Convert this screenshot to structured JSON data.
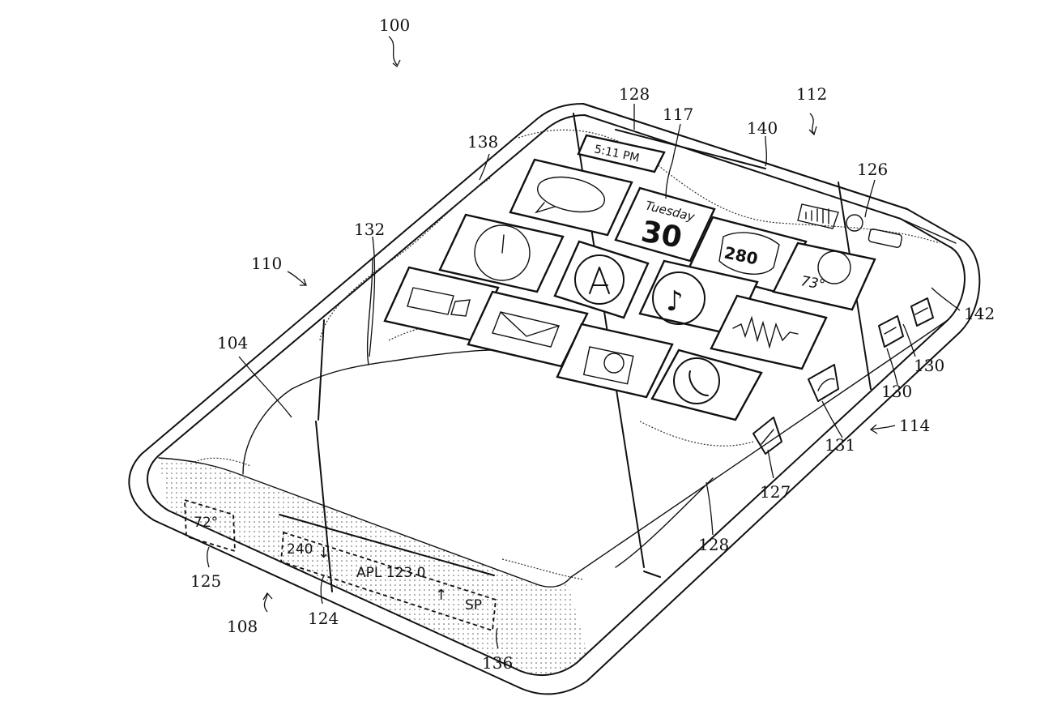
{
  "figure": {
    "reference_numerals": {
      "device": "100",
      "side_110": "110",
      "side_112": "112",
      "side_114": "114",
      "side_108": "108",
      "display_104": "104",
      "region_132": "132",
      "region_138": "138",
      "clock_128_top": "128",
      "date_117": "117",
      "edge_140": "140",
      "status_126": "126",
      "edge_142": "142",
      "button_130_upper": "130",
      "button_130_lower": "130",
      "icon_131": "131",
      "icon_127": "127",
      "edge_128_bottom": "128",
      "widget_125": "125",
      "ticker_124": "124",
      "region_136": "136"
    },
    "screen": {
      "time": "5:11 PM",
      "date_day": "Tuesday",
      "date_number": "30",
      "route_shield": "280",
      "weather_temp": "73°"
    },
    "bottom_edge": {
      "temperature": "72°",
      "stock_value_1": "240",
      "stock_quote": "APL 123.0",
      "stock_tail": "SP"
    }
  }
}
